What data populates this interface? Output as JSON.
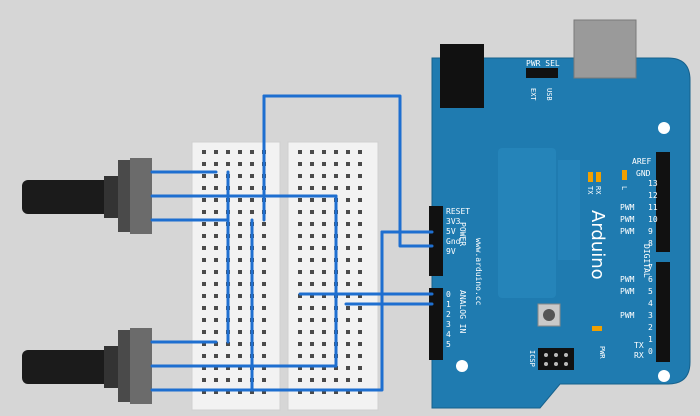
{
  "board": {
    "name": "Arduino",
    "url": "www.arduino.cc",
    "pwr_sel": "PWR SEL",
    "ext": "EXT",
    "usb": "USB",
    "aref": "AREF",
    "gnd": "GND",
    "tx_led": "TX",
    "rx_led": "RX",
    "l_led": "L",
    "pwm": "PWM",
    "digital": "DIGITAL",
    "reset": "RESET",
    "v33": "3V3",
    "v5": "5V",
    "gnd_pwr": "Gnd",
    "vin": "9V",
    "power": "POWER",
    "analog_in": "ANALOG IN",
    "icsp": "ICSP",
    "pwr_led": "PWR",
    "tx": "TX",
    "rx": "RX",
    "digital_pins": [
      "13",
      "12",
      "11",
      "10",
      "9",
      "8",
      "7",
      "6",
      "5",
      "4",
      "3",
      "2",
      "1",
      "0"
    ],
    "analog_pins": [
      "0",
      "1",
      "2",
      "3",
      "4",
      "5"
    ]
  },
  "colors": {
    "background": "#d6d6d6",
    "board": "#1f7bb0",
    "wire": "#1e6fd0",
    "breadboard": "#f2f2f2",
    "highlight": "#46c94a"
  },
  "icons": [
    "potentiometer-icon",
    "usb-connector-icon",
    "power-jack-icon",
    "reset-button-icon"
  ]
}
